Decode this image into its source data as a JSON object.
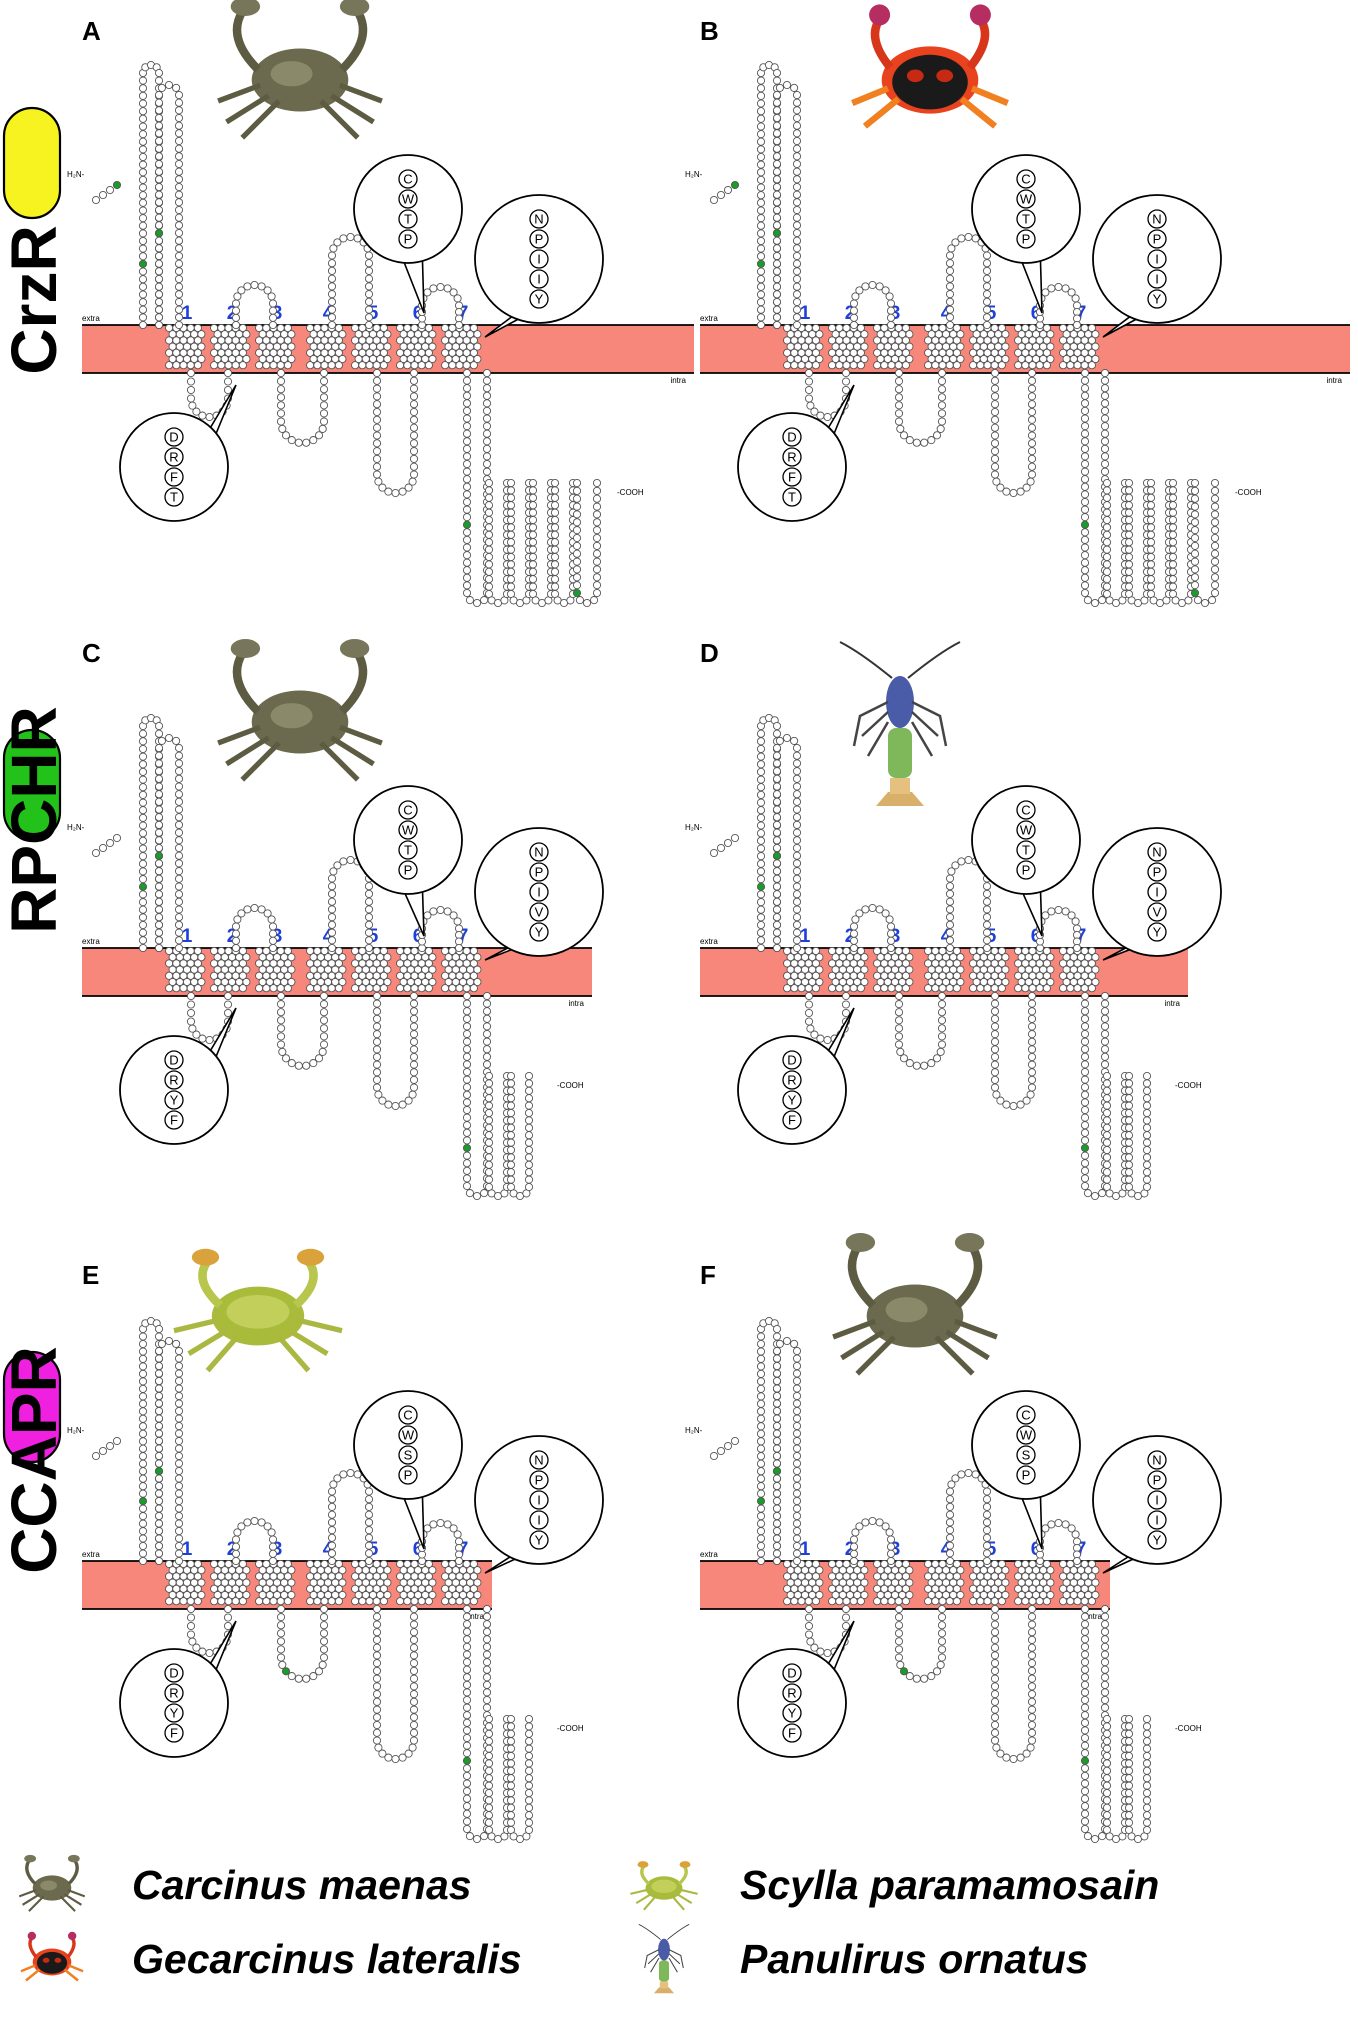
{
  "rows": [
    {
      "label": "CrzR",
      "pill_color": "#f7f321",
      "panels": [
        {
          "letter": "A",
          "species": "Carcinus maenas",
          "tm_labels": [
            "1",
            "2",
            "3",
            "4",
            "5",
            "6",
            "7"
          ],
          "extra_label": "extra",
          "intra_label": "intra",
          "n_term": "H₂N-",
          "c_term": "-COOH",
          "motif_top": [
            "C",
            "W",
            "T",
            "P"
          ],
          "motif_right": [
            "N",
            "P",
            "I",
            "I",
            "Y"
          ],
          "motif_bottom": [
            "D",
            "R",
            "F",
            "T"
          ]
        },
        {
          "letter": "B",
          "species": "Gecarcinus lateralis",
          "tm_labels": [
            "1",
            "2",
            "3",
            "4",
            "5",
            "6",
            "7"
          ],
          "extra_label": "extra",
          "intra_label": "intra",
          "n_term": "H₂N-",
          "c_term": "-COOH",
          "motif_top": [
            "C",
            "W",
            "T",
            "P"
          ],
          "motif_right": [
            "N",
            "P",
            "I",
            "I",
            "Y"
          ],
          "motif_bottom": [
            "D",
            "R",
            "F",
            "T"
          ]
        }
      ]
    },
    {
      "label": "RPCHR",
      "pill_color": "#22c21a",
      "panels": [
        {
          "letter": "C",
          "species": "Carcinus maenas",
          "tm_labels": [
            "1",
            "2",
            "3",
            "4",
            "5",
            "6",
            "7"
          ],
          "extra_label": "extra",
          "intra_label": "intra",
          "n_term": "H₂N-",
          "c_term": "-COOH",
          "motif_top": [
            "C",
            "W",
            "T",
            "P"
          ],
          "motif_right": [
            "N",
            "P",
            "I",
            "V",
            "Y"
          ],
          "motif_bottom": [
            "D",
            "R",
            "Y",
            "F"
          ]
        },
        {
          "letter": "D",
          "species": "Panulirus ornatus",
          "tm_labels": [
            "1",
            "2",
            "3",
            "4",
            "5",
            "6",
            "7"
          ],
          "extra_label": "extra",
          "intra_label": "intra",
          "n_term": "H₂N-",
          "c_term": "-COOH",
          "motif_top": [
            "C",
            "W",
            "T",
            "P"
          ],
          "motif_right": [
            "N",
            "P",
            "I",
            "V",
            "Y"
          ],
          "motif_bottom": [
            "D",
            "R",
            "Y",
            "F"
          ]
        }
      ]
    },
    {
      "label": "CCAPR",
      "pill_color": "#f020e0",
      "panels": [
        {
          "letter": "E",
          "species": "Scylla paramamosain",
          "tm_labels": [
            "1",
            "2",
            "3",
            "4",
            "5",
            "6",
            "7"
          ],
          "extra_label": "extra",
          "intra_label": "intra",
          "n_term": "H₂N-",
          "c_term": "-COOH",
          "motif_top": [
            "C",
            "W",
            "S",
            "P"
          ],
          "motif_right": [
            "N",
            "P",
            "I",
            "I",
            "Y"
          ],
          "motif_bottom": [
            "D",
            "R",
            "Y",
            "F"
          ]
        },
        {
          "letter": "F",
          "species": "Carcinus maenas",
          "tm_labels": [
            "1",
            "2",
            "3",
            "4",
            "5",
            "6",
            "7"
          ],
          "extra_label": "extra",
          "intra_label": "intra",
          "n_term": "H₂N-",
          "c_term": "-COOH",
          "motif_top": [
            "C",
            "W",
            "S",
            "P"
          ],
          "motif_right": [
            "N",
            "P",
            "I",
            "I",
            "Y"
          ],
          "motif_bottom": [
            "D",
            "R",
            "Y",
            "F"
          ]
        }
      ]
    }
  ],
  "legend": [
    {
      "name": "Carcinus maenas",
      "icon": "crab-green-icon"
    },
    {
      "name": "Gecarcinus lateralis",
      "icon": "crab-red-icon"
    },
    {
      "name": "Scylla paramamosain",
      "icon": "crab-yellow-icon"
    },
    {
      "name": "Panulirus ornatus",
      "icon": "lobster-icon"
    }
  ],
  "colors": {
    "membrane": "#f7877a",
    "tm_number": "#1f3fd6",
    "highlight_residue": "#1a9c2a",
    "residue_stroke": "#555555"
  }
}
